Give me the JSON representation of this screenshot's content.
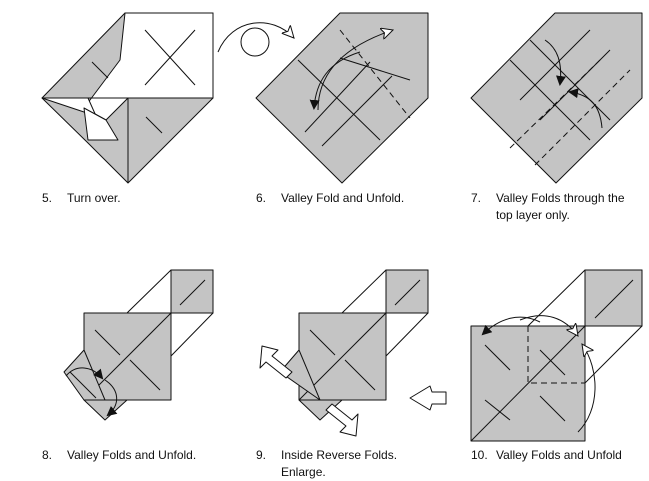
{
  "steps": [
    {
      "number": "5.",
      "text": "Turn over.",
      "text2": ""
    },
    {
      "number": "6.",
      "text": "Valley Fold and Unfold.",
      "text2": ""
    },
    {
      "number": "7.",
      "text": "Valley Folds through the",
      "text2": "top layer only."
    },
    {
      "number": "8.",
      "text": "Valley Folds and Unfold.",
      "text2": ""
    },
    {
      "number": "9.",
      "text": "Inside Reverse Folds.",
      "text2": "Enlarge."
    },
    {
      "number": "10.",
      "text": "Valley Folds and Unfold",
      "text2": ""
    }
  ],
  "colors": {
    "paper_shaded": "#c4c4c4",
    "paper_white": "#ffffff",
    "line": "#111111"
  }
}
